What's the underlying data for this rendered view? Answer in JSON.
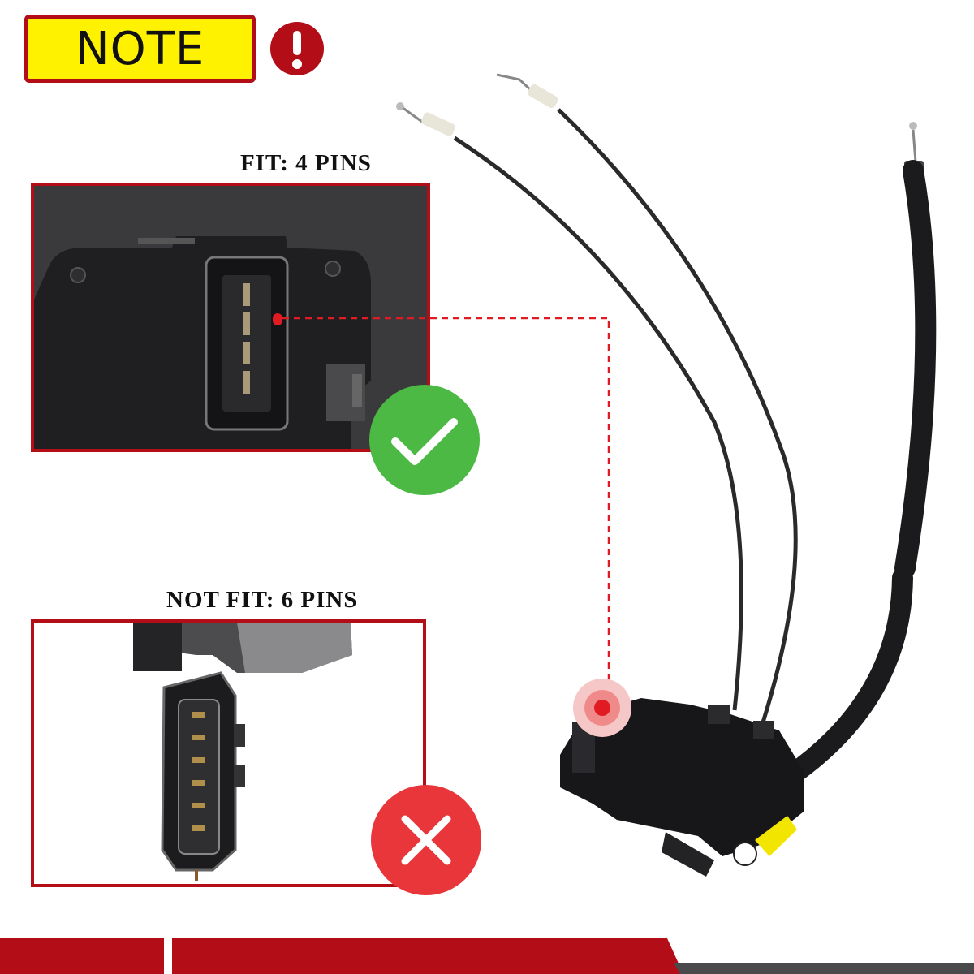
{
  "note": {
    "label": "NOTE"
  },
  "fit": {
    "label": "FIT: 4 PINS"
  },
  "not_fit": {
    "label": "NOT FIT: 6 PINS"
  },
  "icons": {
    "alert": "exclamation-icon",
    "fit_badge": "check-icon",
    "not_fit_badge": "cross-icon"
  },
  "colors": {
    "brand_red": "#b30d18",
    "note_yellow": "#fff200",
    "ok_green": "#4cb944",
    "no_red": "#e8363b"
  }
}
